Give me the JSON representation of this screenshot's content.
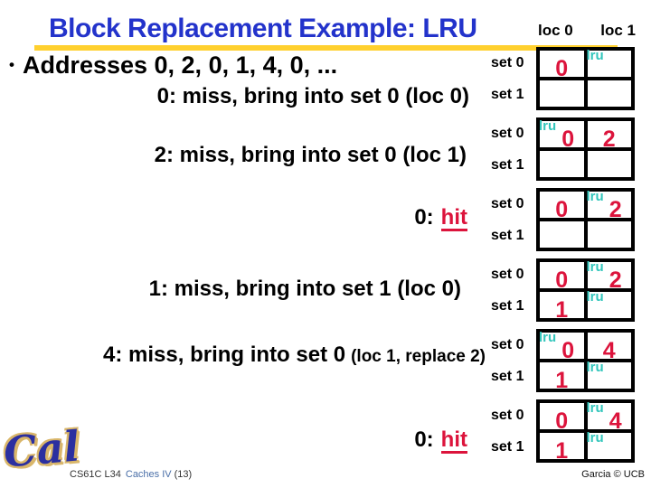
{
  "title": "Block Replacement Example: LRU",
  "bullet_marker": "•",
  "bullet": "Addresses 0, 2, 0, 1, 4, 0, ...",
  "loc_headers": {
    "loc0": "loc 0",
    "loc1": "loc 1"
  },
  "events": [
    {
      "kind": "miss",
      "text": "0: miss, bring into set 0 (loc 0)"
    },
    {
      "kind": "miss",
      "text": "2: miss, bring into set 0 (loc 1)"
    },
    {
      "kind": "hit",
      "prefix": "0:",
      "word": "hit"
    },
    {
      "kind": "miss",
      "text": "1: miss, bring into set 1 (loc 0)"
    },
    {
      "kind": "miss",
      "text": "4: miss, bring into set 0",
      "detail": "(loc 1, replace 2)"
    },
    {
      "kind": "hit",
      "prefix": "0:",
      "word": "hit"
    }
  ],
  "cache_steps": [
    {
      "rows": [
        {
          "label": "set 0",
          "cells": [
            {
              "value": "0",
              "lru": ""
            },
            {
              "value": "",
              "lru": "lru"
            }
          ]
        },
        {
          "label": "set 1",
          "cells": [
            {
              "value": "",
              "lru": ""
            },
            {
              "value": "",
              "lru": ""
            }
          ]
        }
      ]
    },
    {
      "rows": [
        {
          "label": "set 0",
          "cells": [
            {
              "value": "0",
              "lru": "lru"
            },
            {
              "value": "2",
              "lru": ""
            }
          ]
        },
        {
          "label": "set 1",
          "cells": [
            {
              "value": "",
              "lru": ""
            },
            {
              "value": "",
              "lru": ""
            }
          ]
        }
      ]
    },
    {
      "rows": [
        {
          "label": "set 0",
          "cells": [
            {
              "value": "0",
              "lru": ""
            },
            {
              "value": "2",
              "lru": "lru"
            }
          ]
        },
        {
          "label": "set 1",
          "cells": [
            {
              "value": "",
              "lru": ""
            },
            {
              "value": "",
              "lru": ""
            }
          ]
        }
      ]
    },
    {
      "rows": [
        {
          "label": "set 0",
          "cells": [
            {
              "value": "0",
              "lru": ""
            },
            {
              "value": "2",
              "lru": "lru"
            }
          ]
        },
        {
          "label": "set 1",
          "cells": [
            {
              "value": "1",
              "lru": ""
            },
            {
              "value": "",
              "lru": "lru"
            }
          ]
        }
      ]
    },
    {
      "rows": [
        {
          "label": "set 0",
          "cells": [
            {
              "value": "0",
              "lru": "lru"
            },
            {
              "value": "4",
              "lru": ""
            }
          ]
        },
        {
          "label": "set 1",
          "cells": [
            {
              "value": "1",
              "lru": ""
            },
            {
              "value": "",
              "lru": "lru"
            }
          ]
        }
      ]
    },
    {
      "rows": [
        {
          "label": "set 0",
          "cells": [
            {
              "value": "0",
              "lru": ""
            },
            {
              "value": "4",
              "lru": "lru"
            }
          ]
        },
        {
          "label": "set 1",
          "cells": [
            {
              "value": "1",
              "lru": ""
            },
            {
              "value": "",
              "lru": "lru"
            }
          ]
        }
      ]
    }
  ],
  "logo": {
    "text": "Cal"
  },
  "footer": {
    "course": "CS61C L34",
    "lecture": "Caches IV",
    "page": "(13)",
    "credit": "Garcia © UCB"
  },
  "colors": {
    "title_blue": "#2333cb",
    "underline_gold": "#ffd02e",
    "value_red": "#dc143c",
    "lru_teal": "#33c6bc",
    "link_blue": "#4a6fa8"
  }
}
